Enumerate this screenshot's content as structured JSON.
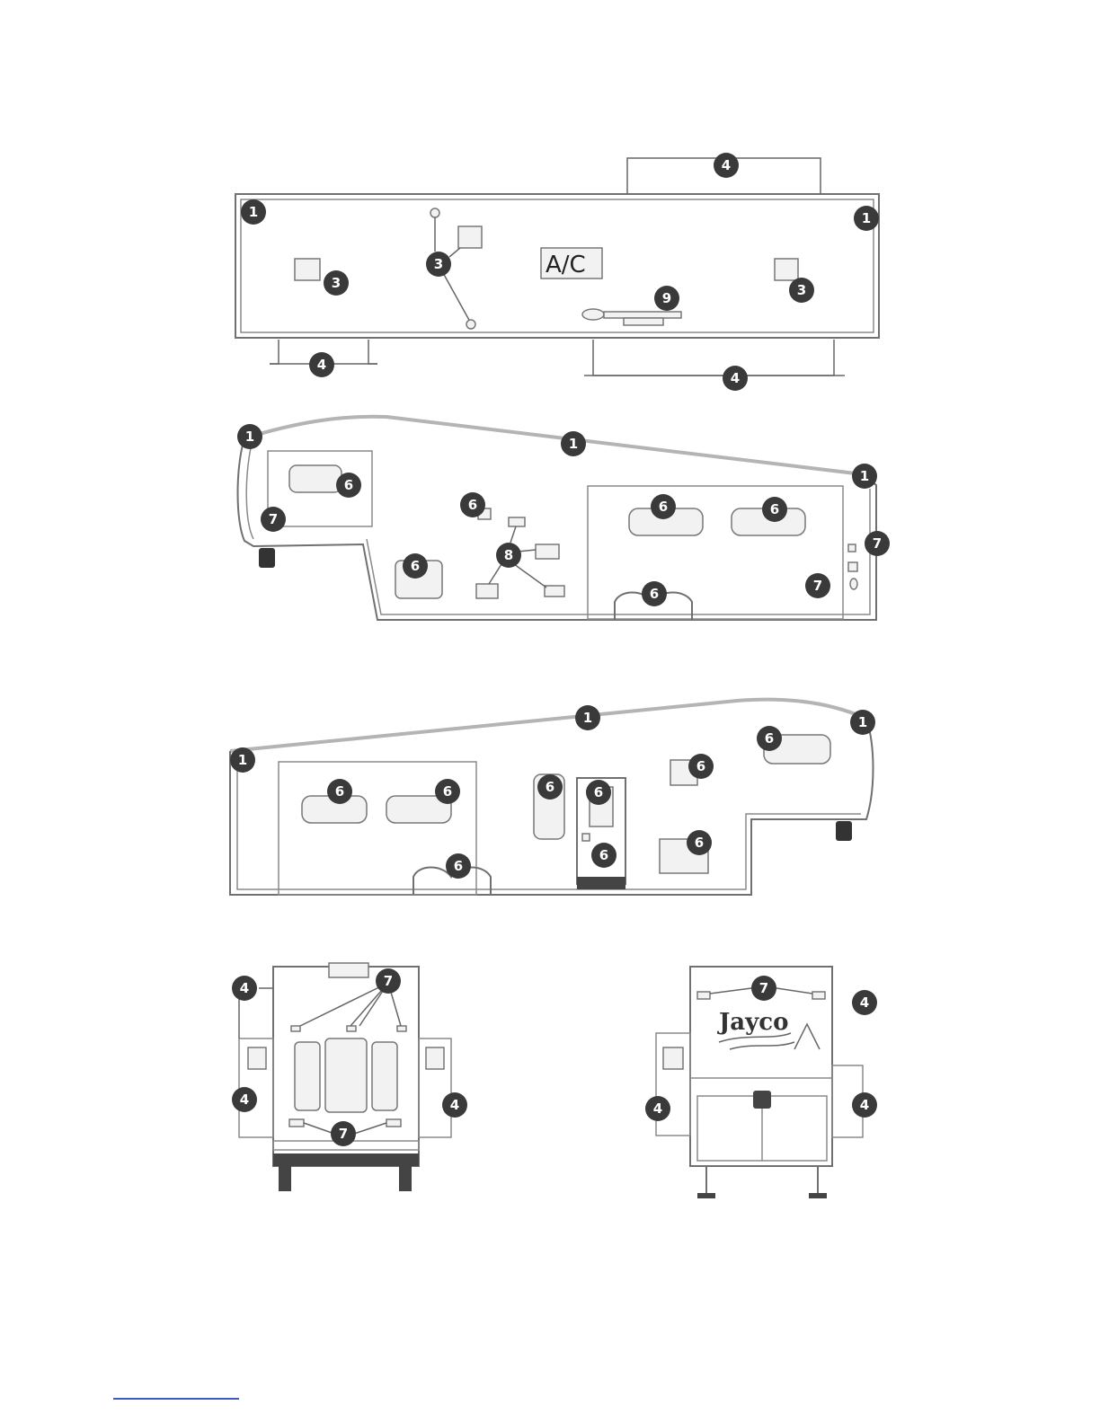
{
  "diagram": {
    "roof_unit_label": "A/C",
    "brand_label": "Jayco",
    "callouts": {
      "top": [
        "1",
        "1",
        "3",
        "3",
        "3",
        "4",
        "4",
        "4",
        "9"
      ],
      "curb_side": [
        "1",
        "1",
        "1",
        "6",
        "6",
        "6",
        "6",
        "6",
        "6",
        "7",
        "7",
        "7",
        "8"
      ],
      "road_side": [
        "1",
        "1",
        "1",
        "6",
        "6",
        "6",
        "6",
        "6",
        "6",
        "6",
        "6",
        "6"
      ],
      "front": [
        "4",
        "4",
        "4",
        "7",
        "7"
      ],
      "rear": [
        "7",
        "4",
        "4",
        "4"
      ]
    }
  }
}
